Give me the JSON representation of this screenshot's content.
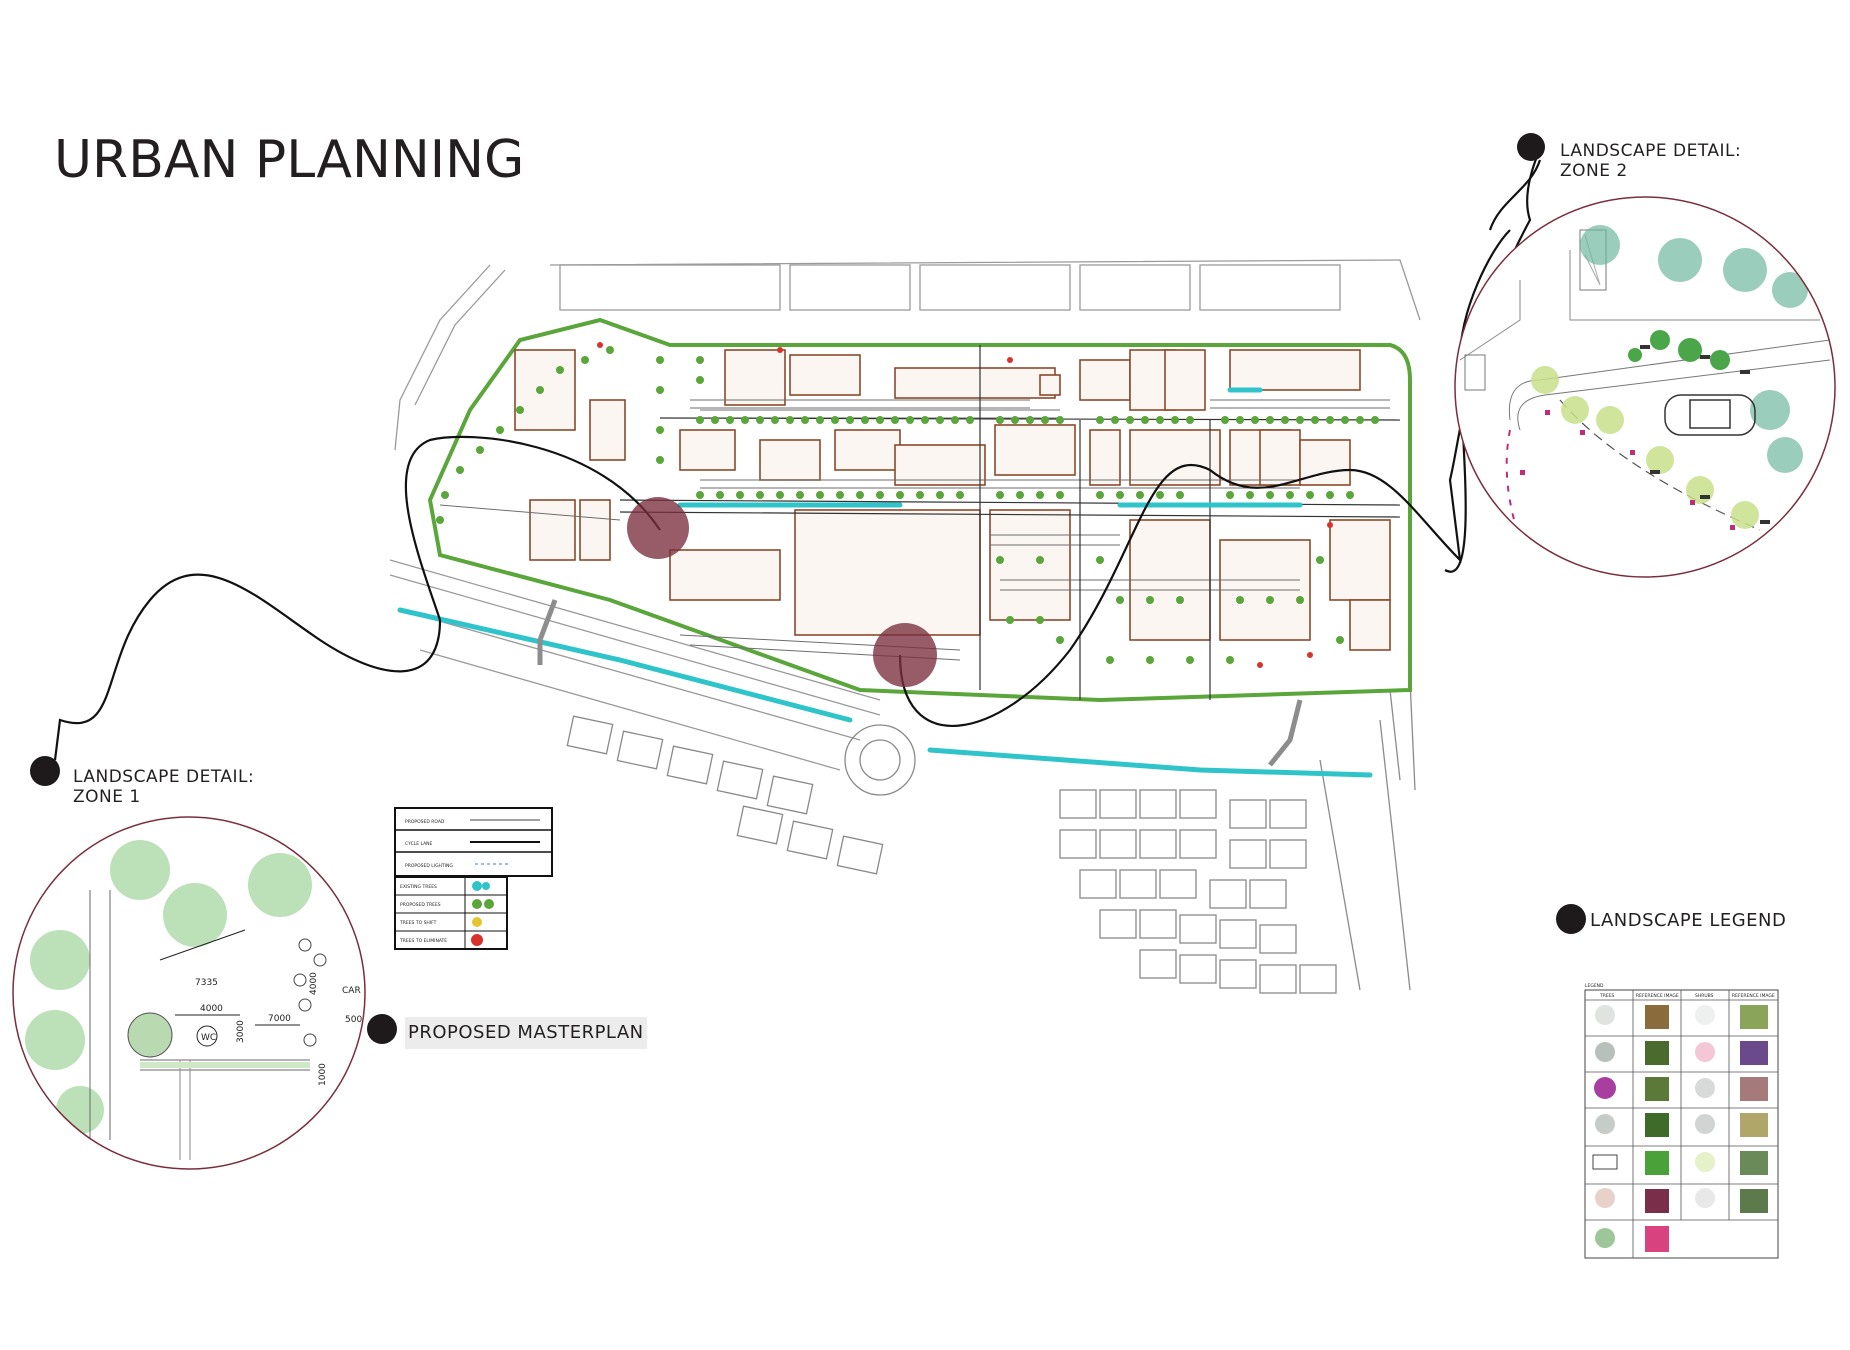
{
  "title": "URBAN PLANNING",
  "labels": {
    "zone2_line1": "LANDSCAPE DETAIL:",
    "zone2_line2": "ZONE 2",
    "zone1_line1": "LANDSCAPE DETAIL:",
    "zone1_line2": "ZONE 1",
    "proposed_masterplan": "PROPOSED MASTERPLAN",
    "landscape_legend": "LANDSCAPE LEGEND"
  },
  "map_legend": {
    "lines": [
      "PROPOSED ROAD",
      "CYCLE LANE",
      "PROPOSED LIGHTING"
    ],
    "trees": [
      "EXISTING TREES",
      "PROPOSED TREES",
      "TREES TO SHIFT",
      "TREES TO ELIMINATE"
    ]
  },
  "zone1_dims": {
    "d1": "7335",
    "d2": "4000",
    "d3": "7000",
    "d4": "4000",
    "d5": "3000",
    "d6": "1000",
    "d7": "500",
    "d8": "CAR",
    "wc": "WC"
  },
  "landscape_legend_table": {
    "heading": "LEGEND",
    "columns": [
      "TREES",
      "REFERENCE IMAGE",
      "SHRUBS",
      "REFERENCE IMAGE"
    ]
  },
  "colors": {
    "accent_maroon": "#7a2e3c",
    "existing_trees": "#2ec4c9",
    "proposed_trees": "#5aa63a",
    "buildings": "#8a4b2b"
  }
}
